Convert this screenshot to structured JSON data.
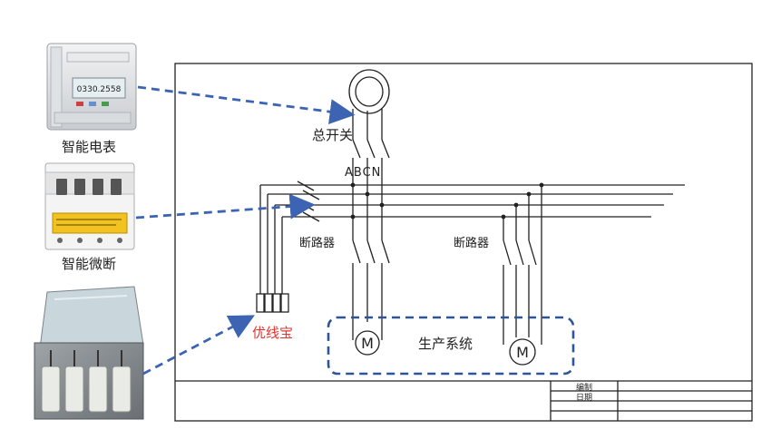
{
  "devices": {
    "meter_label": "智能电表",
    "meter_display": "0330.2558",
    "breaker_label": "智能微断",
    "sensor_box_label": "优线宝"
  },
  "schematic": {
    "main_switch": "总开关",
    "phases": "ABCN",
    "breaker_left": "断路器",
    "breaker_right": "断路器",
    "motor_symbol": "M",
    "production_system": "生产系统",
    "title_block": {
      "row1": "编制",
      "row2": "日期"
    }
  },
  "colors": {
    "arrow": "#3d64b3",
    "sensor_label": "#e5322d",
    "dashed_group": "#2f5597",
    "line": "#222222"
  }
}
